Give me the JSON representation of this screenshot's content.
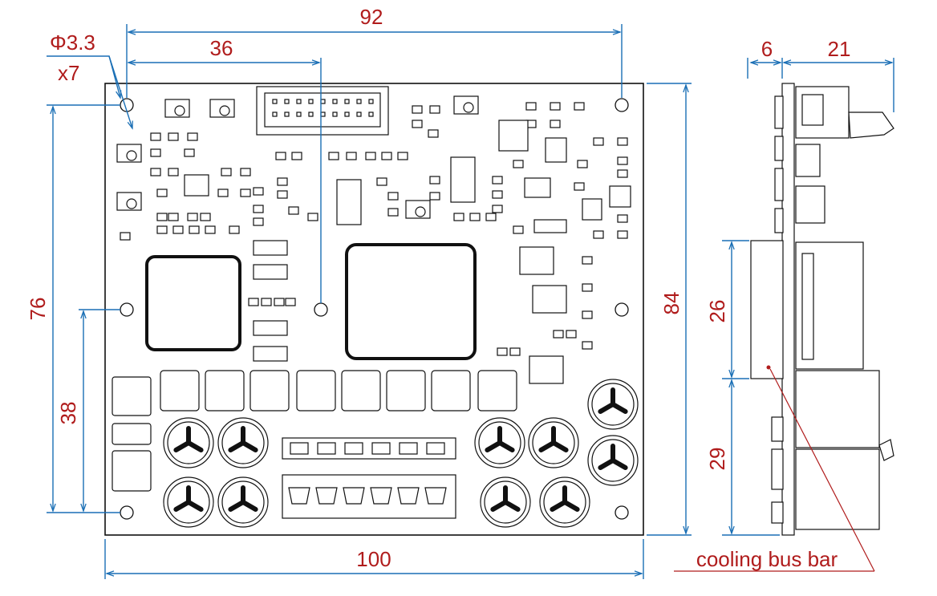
{
  "dimensions": {
    "hole_spec": "Φ3.3",
    "hole_count": "x7",
    "top_width": "92",
    "top_offset": "36",
    "board_width": "100",
    "left_height": "76",
    "left_lower_height": "38",
    "right_height": "84",
    "side_thickness": "6",
    "side_depth": "21",
    "side_upper": "26",
    "side_lower": "29"
  },
  "labels": {
    "cooling_bus_bar": "cooling bus bar"
  },
  "colors": {
    "dimension_line": "#1a6fb5",
    "dimension_text": "#b01c1c",
    "outline": "#111111"
  }
}
